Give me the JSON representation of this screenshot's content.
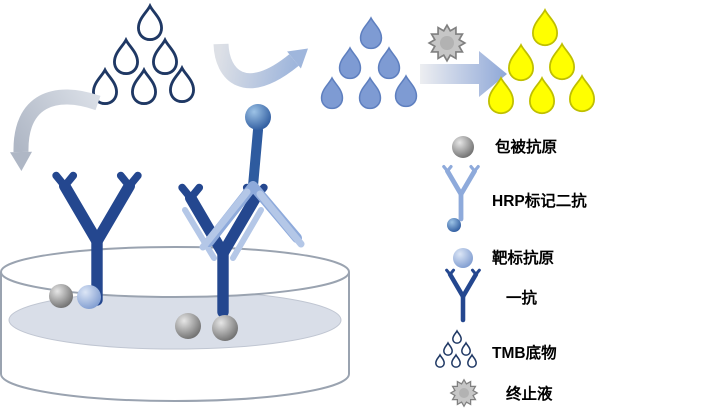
{
  "legend": {
    "items": [
      {
        "icon": "coated-antigen-sphere-icon",
        "label": "包被抗原"
      },
      {
        "icon": "hrp-secondary-antibody-icon",
        "label": "HRP标记二抗"
      },
      {
        "icon": "target-antigen-sphere-icon",
        "label": "靶标抗原"
      },
      {
        "icon": "primary-antibody-icon",
        "label": "一抗"
      },
      {
        "icon": "tmb-substrate-droplets-icon",
        "label": "TMB底物"
      },
      {
        "icon": "stop-solution-starburst-icon",
        "label": "终止液"
      }
    ]
  },
  "colors": {
    "antibody_blue": "#24478F",
    "secondary_blue": "#8EAADB",
    "pale_blue": "#B4C7E7",
    "hrp_blue": "#2E5B9F",
    "tmb_outline": "#1F3864",
    "substrate_blue": "#7E9BD3",
    "substrate_blue_stroke": "#5E7FBF",
    "product_yellow": "#FFFF00",
    "product_yellow_stroke": "#BFBF00",
    "star_fill": "#C6C6C6",
    "star_stroke": "#808080",
    "dish_stroke": "#9AA3B0",
    "liquid_fill": "#D9DEE8",
    "arrow_blue": "#9FB6DC",
    "arrow_gray": "#D9DEE6",
    "sphere_gray": "#8C8C8C",
    "sphere_blue": "#8EAADB",
    "text": "#000000"
  }
}
